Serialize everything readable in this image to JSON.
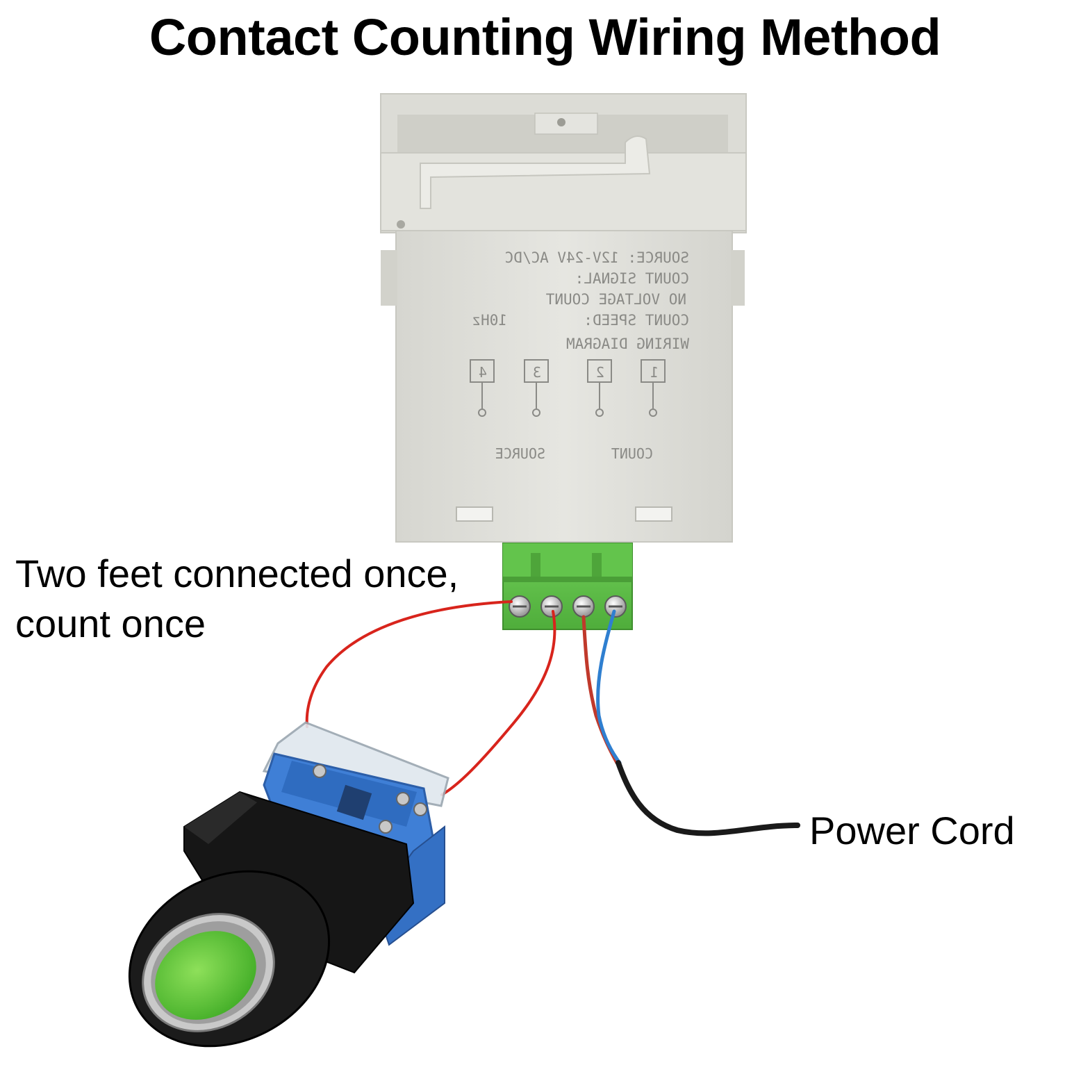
{
  "diagram": {
    "title": "Contact Counting Wiring Method",
    "callout_left": {
      "line1": "Two feet connected once,",
      "line2": "count once"
    },
    "callout_right": "Power Cord",
    "counter_back_label": {
      "source": "SOURCE: 12V-24V AC/DC",
      "signal": "COUNT SIGNAL:",
      "mode": "NO VOLTAGE COUNT",
      "speed": "COUNT SPEED:",
      "speed_value": "10Hz",
      "diagram": "WIRING DIAGRAM",
      "terminal_1": "1",
      "terminal_2": "2",
      "terminal_3": "3",
      "terminal_4": "4",
      "count_group": "COUNT",
      "source_group": "SOURCE"
    },
    "colors": {
      "counter_housing": "#e2e2dc",
      "terminal_block": "#5dbb46",
      "wire_red": "#d8241c",
      "wire_blue": "#2f7fd0",
      "cable_black": "#1a1a1a",
      "switch_blue": "#3f7fd6",
      "button_green": "#6ccf3a"
    }
  }
}
